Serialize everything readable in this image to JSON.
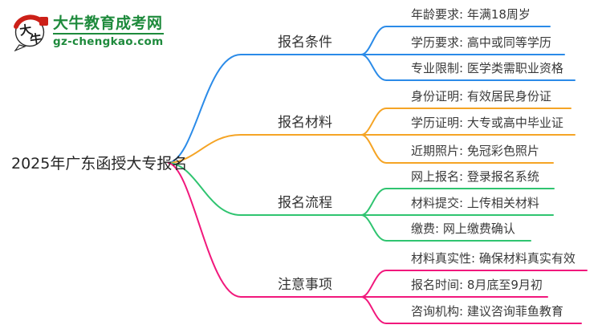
{
  "logo": {
    "site_name": "大牛教育成考网",
    "site_url": "gz-chengkao.com",
    "mark_text_top": "大",
    "mark_text_bottom": "牛",
    "brand_color": "#1e8a3c",
    "seal_color": "#cc2018",
    "ink_color": "#1a1a1a"
  },
  "mindmap": {
    "root": "2025年广东函授大专报名",
    "branches": [
      {
        "label": "报名条件",
        "color": "#2b8be8",
        "items": [
          "年龄要求: 年满18周岁",
          "学历要求: 高中或同等学历",
          "专业限制: 医学类需职业资格"
        ]
      },
      {
        "label": "报名材料",
        "color": "#f5a425",
        "items": [
          "身份证明: 有效居民身份证",
          "学历证明: 大专或高中毕业证",
          "近期照片: 免冠彩色照片"
        ]
      },
      {
        "label": "报名流程",
        "color": "#2fc470",
        "items": [
          "网上报名: 登录报名系统",
          "材料提交: 上传相关材料",
          "缴费: 网上缴费确认"
        ]
      },
      {
        "label": "注意事项",
        "color": "#f1187c",
        "items": [
          "材料真实性: 确保材料真实有效",
          "报名时间: 8月底至9月初",
          "咨询机构: 建议咨询菲鱼教育"
        ]
      }
    ]
  }
}
